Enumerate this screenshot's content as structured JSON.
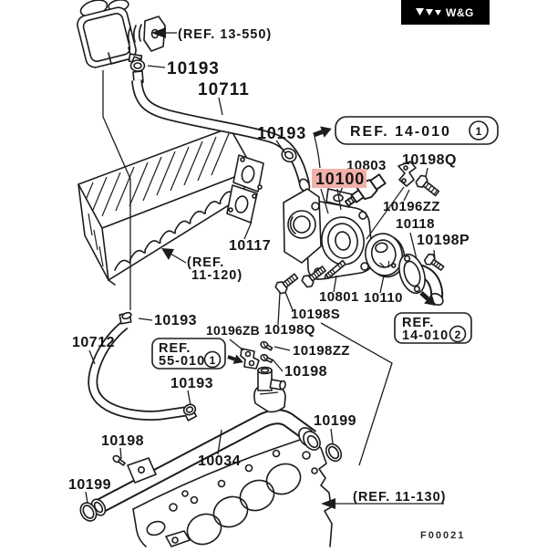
{
  "logo": {
    "marks": "▼▼▼",
    "text": "W&G",
    "bg": "#000000",
    "fg": "#ffffff"
  },
  "figure_code": "F00021",
  "highlight": {
    "color": "#f2b0aa",
    "part": "10100"
  },
  "ref_labels": [
    {
      "id": "ref-13-550",
      "text": "(REF. 13-550)"
    },
    {
      "id": "ref-14-010-1",
      "text": "REF. 14-010",
      "badge": "1"
    },
    {
      "id": "ref-11-120",
      "line1": "(REF.",
      "line2": "11-120)"
    },
    {
      "id": "ref-55-010-1",
      "line1": "REF.",
      "line2": "55-010",
      "badge": "1"
    },
    {
      "id": "ref-14-010-2",
      "line1": "REF.",
      "line2": "14-010",
      "badge": "2"
    },
    {
      "id": "ref-11-130",
      "text": "(REF. 11-130)"
    }
  ],
  "part_labels": [
    {
      "id": "10193-top",
      "text": "10193"
    },
    {
      "id": "10711",
      "text": "10711"
    },
    {
      "id": "10193-hose-end",
      "text": "10193"
    },
    {
      "id": "10803",
      "text": "10803"
    },
    {
      "id": "10198Q-upper",
      "text": "10198Q"
    },
    {
      "id": "10100",
      "text": "10100"
    },
    {
      "id": "10196ZZ",
      "text": "10196ZZ"
    },
    {
      "id": "10118",
      "text": "10118"
    },
    {
      "id": "10198P",
      "text": "10198P"
    },
    {
      "id": "10801",
      "text": "10801"
    },
    {
      "id": "10110",
      "text": "10110"
    },
    {
      "id": "10198S",
      "text": "10198S"
    },
    {
      "id": "10198Q-lower",
      "text": "10198Q"
    },
    {
      "id": "10198ZZ",
      "text": "10198ZZ"
    },
    {
      "id": "10198-mid",
      "text": "10198"
    },
    {
      "id": "10196ZB",
      "text": "10196ZB"
    },
    {
      "id": "10193-pipe",
      "text": "10193"
    },
    {
      "id": "10712",
      "text": "10712"
    },
    {
      "id": "10193-left",
      "text": "10193"
    },
    {
      "id": "10117",
      "text": "10117"
    },
    {
      "id": "10034",
      "text": "10034"
    },
    {
      "id": "10198-bottom",
      "text": "10198"
    },
    {
      "id": "10199-left",
      "text": "10199"
    },
    {
      "id": "10199-right",
      "text": "10199"
    }
  ]
}
